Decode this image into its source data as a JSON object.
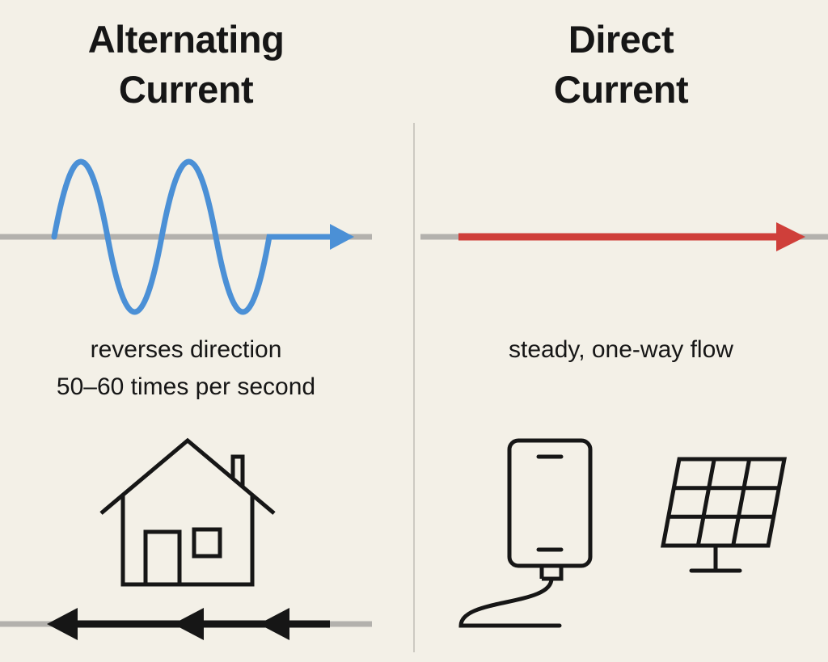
{
  "colors": {
    "background": "#f3f0e7",
    "ink": "#161616",
    "axis_gray": "#b3b1ad",
    "divider_gray": "#cccac2",
    "ac_blue": "#4b90d6",
    "dc_red": "#cf3f3a"
  },
  "left_panel": {
    "title_line1": "Alternating",
    "title_line2": "Current",
    "caption_line1": "reverses direction",
    "caption_line2": "50–60 times per second",
    "icons": [
      "ac-sine-wave-icon",
      "house-icon",
      "reverse-flow-arrows-icon"
    ]
  },
  "right_panel": {
    "title_line1": "Direct",
    "title_line2": "Current",
    "caption": "steady, one-way flow",
    "icons": [
      "dc-arrow-icon",
      "phone-charger-icon",
      "solar-panel-icon"
    ]
  }
}
